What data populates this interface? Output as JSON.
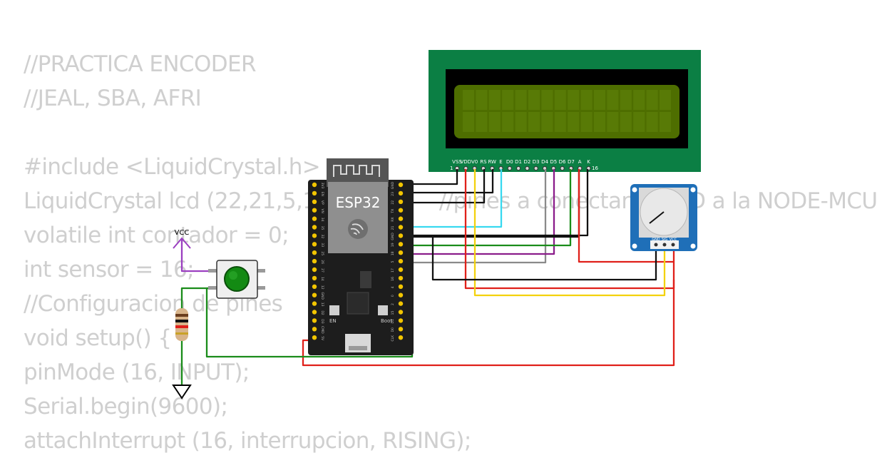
{
  "code_lines": [
    "//PRACTICA ENCODER",
    "//JEAL, SBA, AFRI",
    "",
    "#include <LiquidCrystal.h>",
    "LiquidCrystal lcd (22,21,5,18,23,19);    //pines a conectar la LCD a la NODE-MCU",
    "volatile int contador = 0;",
    "int sensor = 16;",
    "//Configuracion de pines",
    "void setup() {",
    "pinMode (16, INPUT);",
    "Serial.begin(9600);",
    "attachInterrupt (16, interrupcion, RISING);"
  ],
  "lcd": {
    "pin_labels": [
      "VSS",
      "VDD",
      "V0",
      "RS",
      "RW",
      "E",
      "D0",
      "D1",
      "D2",
      "D3",
      "D4",
      "D5",
      "D6",
      "D7",
      "A",
      "K"
    ],
    "first_pin": "1",
    "last_pin": "16"
  },
  "esp32": {
    "label": "ESP32",
    "right_pins": [
      "GND",
      "23",
      "22",
      "TX",
      "RX",
      "21",
      "GND",
      "19",
      "18",
      "5",
      "17",
      "16",
      "4",
      "0",
      "2",
      "15",
      "D1",
      "D0",
      "CLK"
    ],
    "left_pins": [
      "3V3",
      "EN",
      "VP",
      "VN",
      "34",
      "35",
      "32",
      "33",
      "25",
      "26",
      "27",
      "14",
      "12",
      "GND",
      "13",
      "D2",
      "D3",
      "CMD",
      "5V"
    ],
    "button_labels": [
      "EN",
      "Boot"
    ]
  },
  "potentiometer": {
    "pins": [
      "GND",
      "SIG",
      "VCC"
    ]
  },
  "power": {
    "vcc_label": "VCC"
  },
  "colors": {
    "lcd_board": "#0b7f44",
    "lcd_screen": "#4e6e00",
    "esp_board": "#1d1d1d",
    "header_pin": "#f2c500",
    "wire_black": "#111111",
    "wire_red": "#e0201a",
    "wire_yellow": "#f3d20e",
    "wire_green": "#1a8c1a",
    "wire_cyan": "#38d9f0",
    "wire_purple": "#8b1c8b",
    "wire_gray": "#8a8a8a",
    "pot_board": "#1f6fb8",
    "button_cap": "#138a13",
    "vcc_symbol": "#9b3fc0"
  }
}
